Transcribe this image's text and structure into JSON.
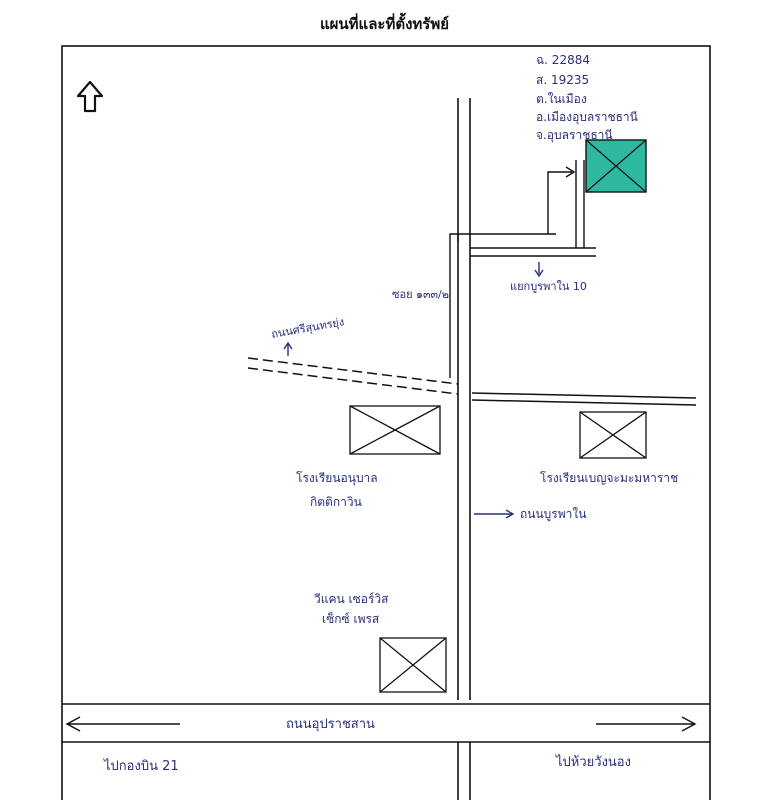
{
  "title": "แผนที่และที่ตั้งทรัพย์",
  "parcel": {
    "deed_no": "ฉ. 22884",
    "survey_no": "ส. 19235",
    "subdistrict": "ต.ในเมือง",
    "district": "อ.เมืองอุบลราชธานี",
    "province": "จ.อุบลราชธานี"
  },
  "labels": {
    "soi_name": "ซอย ๑๓๓/๒",
    "soi_phatthana": "แยกบูรพาใน 10",
    "road_north_west": "ถนนศรีสุนทรยุ่ง",
    "school_left": "โรงเรียนอนุบาล กิตติกาวิน",
    "school_left_line1": "โรงเรียนอนุบาล",
    "school_left_line2": "กิตติกาวิน",
    "school_right": "โรงเรียนเบญจะมะมหาราช",
    "road_main_vertical": "ถนนบูรพาใน",
    "hotel_line1": "วีแคน เซอร์วิส",
    "hotel_line2": "เซ็กซ์ เพรส",
    "road_bottom": "ถนนอุปราชสาน",
    "to_left": "ไปกองบิน 21",
    "to_right": "ไปห้วยวังนอง"
  },
  "colors": {
    "ink": "#2a2f7a",
    "subject_fill": "#2fb8a0",
    "line": "#111111"
  },
  "icons": {
    "north": "north-arrow-icon"
  }
}
